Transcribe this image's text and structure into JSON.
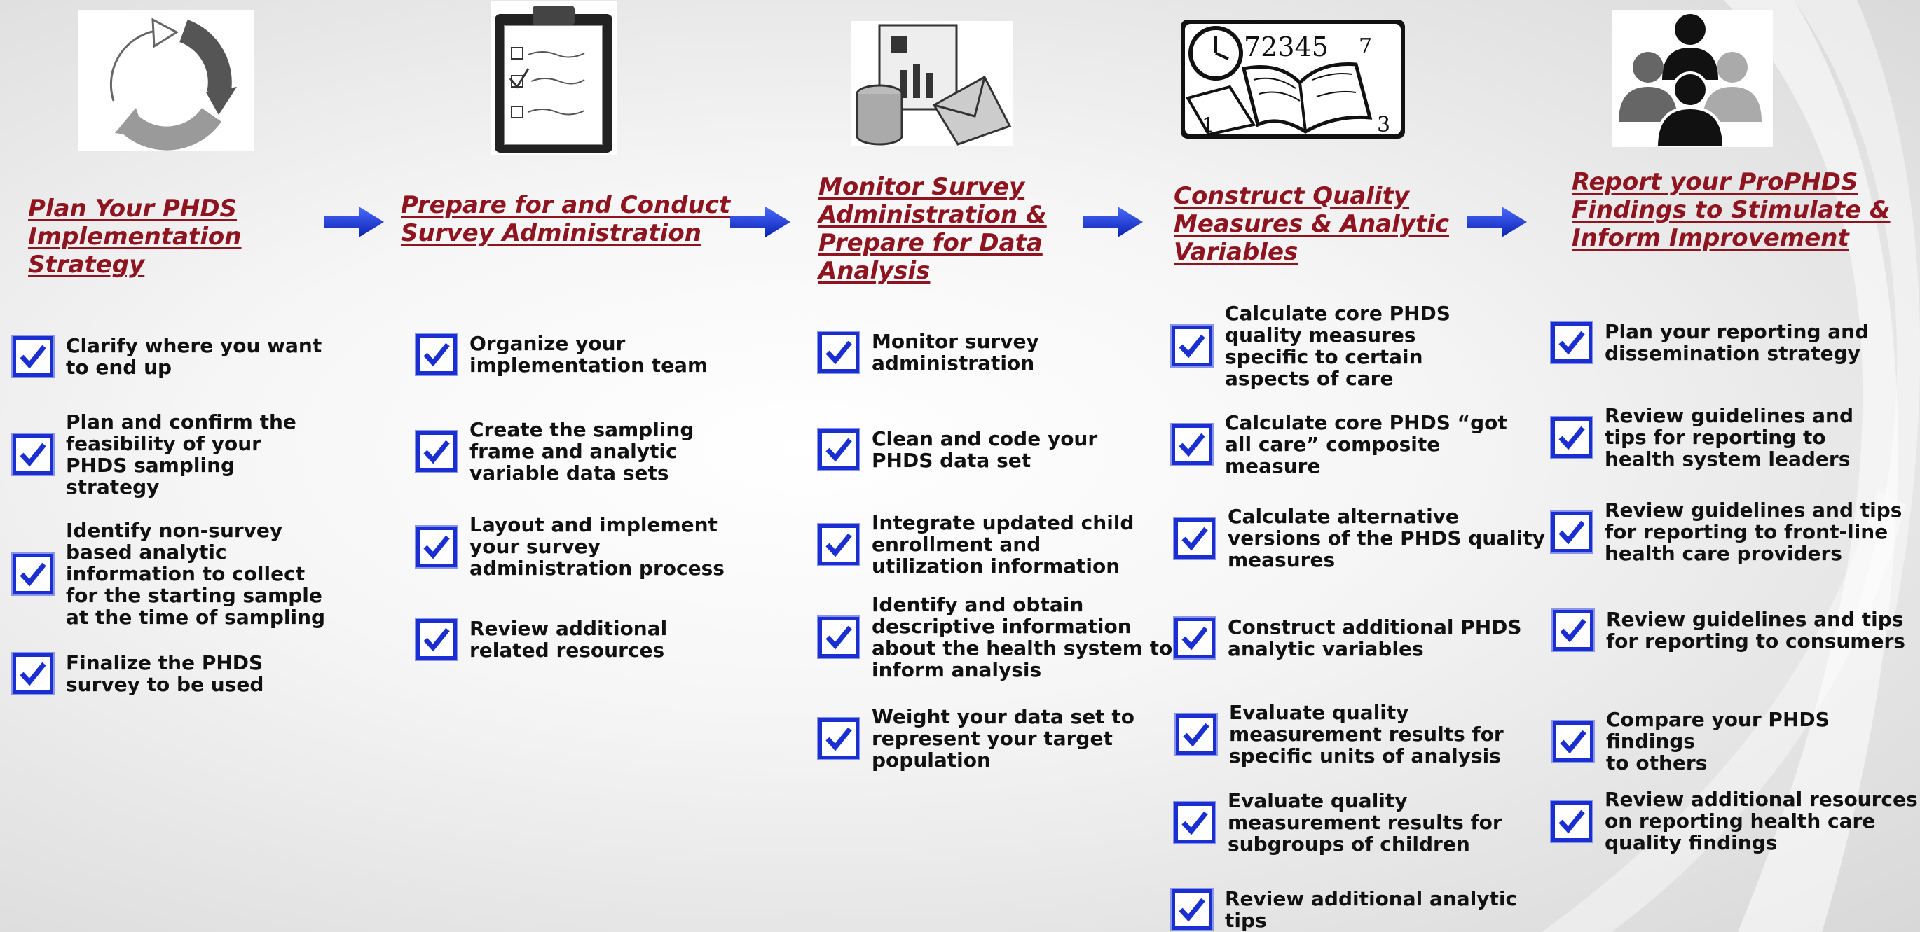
{
  "columns": [
    {
      "heading": "Plan Your PHDS\nImplementation\nStrategy",
      "icon": "cycle-arrows-icon",
      "items": [
        "Clarify where you want\nto end up",
        "Plan and confirm the\nfeasibility of your\nPHDS sampling\nstrategy",
        "Identify non-survey\nbased analytic\ninformation to collect\nfor the starting sample\nat the time of sampling",
        "Finalize the PHDS\nsurvey to be used"
      ]
    },
    {
      "heading": "Prepare for and Conduct\nSurvey Administration",
      "icon": "clipboard-checklist-icon",
      "items": [
        "Organize your\nimplementation team",
        "Create the sampling\nframe and analytic\nvariable data sets",
        "Layout and implement\nyour survey\nadministration process",
        "Review additional\nrelated resources"
      ]
    },
    {
      "heading": "Monitor Survey\nAdministration &\nPrepare for Data\nAnalysis",
      "icon": "data-mail-icon",
      "items": [
        "Monitor survey\nadministration",
        "Clean and code your\nPHDS data set",
        "Integrate updated child\nenrollment and\nutilization information",
        "Identify and obtain\ndescriptive information\nabout the health system to\ninform analysis",
        "Weight your data set to\nrepresent your target\npopulation"
      ]
    },
    {
      "heading": "Construct Quality\nMeasures & Analytic\nVariables",
      "icon": "clock-book-numbers-icon",
      "items": [
        "Calculate core PHDS\nquality measures\nspecific to certain\naspects of care",
        "Calculate core PHDS “got\nall care” composite\nmeasure",
        "Calculate alternative\nversions of the PHDS quality\nmeasures",
        "Construct additional PHDS\nanalytic variables",
        "Evaluate quality\nmeasurement results for\nspecific units of analysis",
        "Evaluate quality\nmeasurement results for\nsubgroups of children",
        "Review additional analytic\ntips"
      ]
    },
    {
      "heading": "Report your ProPHDS\nFindings to Stimulate &\nInform Improvement",
      "icon": "people-group-icon",
      "items": [
        "Plan your reporting and\ndissemination strategy",
        "Review guidelines and\ntips for reporting to\nhealth system leaders",
        "Review guidelines and tips\nfor reporting to front-line\nhealth care providers",
        "Review guidelines and tips\nfor reporting to consumers",
        "Compare your PHDS findings\nto others",
        "Review additional resources\non reporting health care\nquality findings"
      ]
    }
  ],
  "colors": {
    "heading": "#8e1420",
    "checkbox_border": "#1a2fd1",
    "arrow": "#1e3fd8"
  }
}
